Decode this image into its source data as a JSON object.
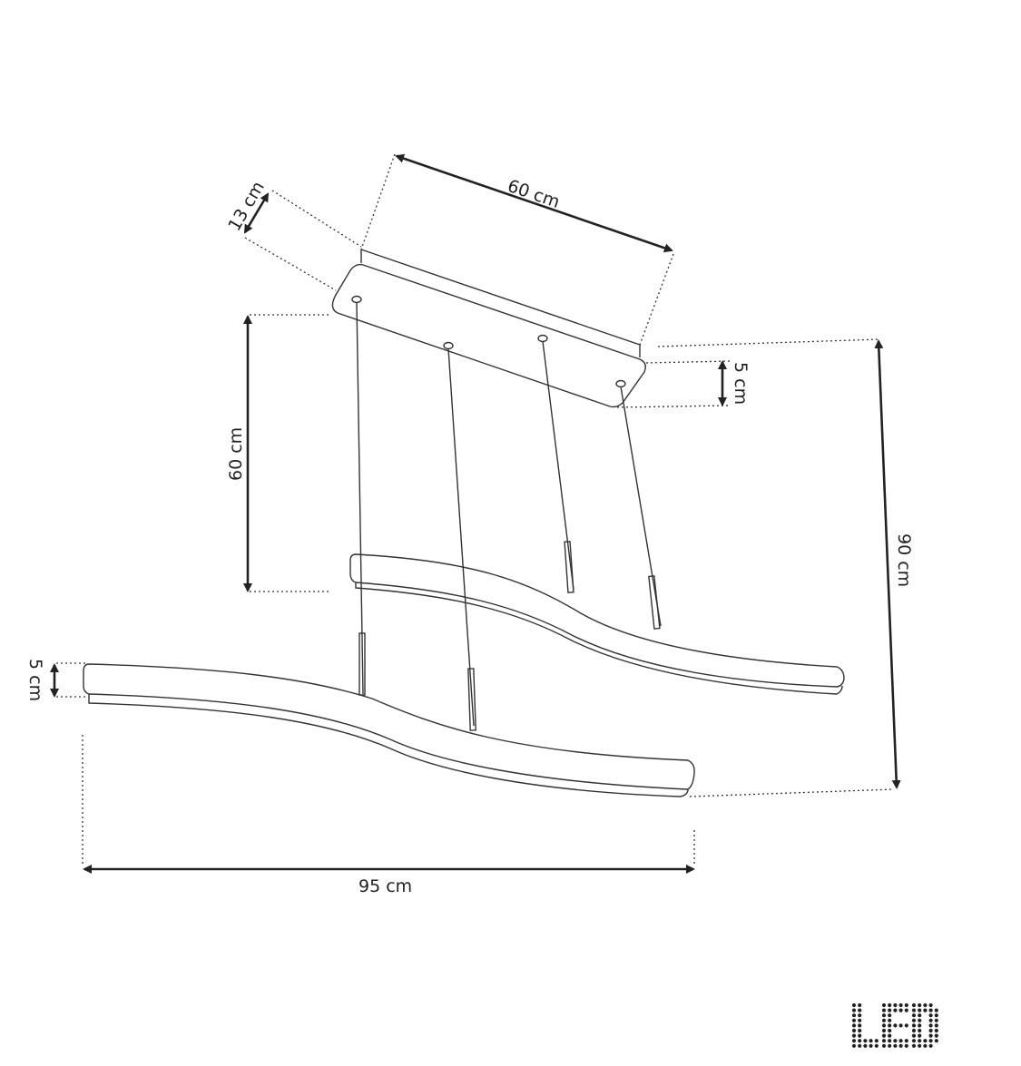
{
  "dimensions": {
    "canopy_length": "60 cm",
    "canopy_width": "13 cm",
    "canopy_height": "5 cm",
    "suspension_length": "60 cm",
    "total_height": "90 cm",
    "bar_height": "5 cm",
    "bar_length": "95 cm"
  },
  "logo": {
    "text": "LED"
  },
  "colors": {
    "line": "#333333",
    "background": "#ffffff"
  }
}
